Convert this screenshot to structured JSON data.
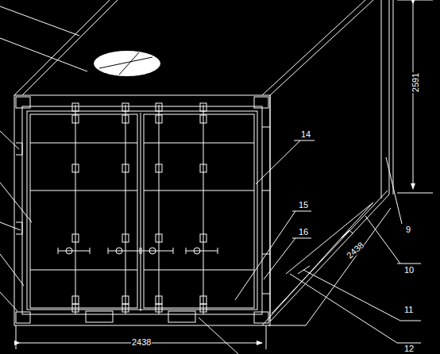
{
  "diagram": {
    "labels": [
      "14",
      "15",
      "16",
      "9",
      "10",
      "11",
      "12",
      "2591",
      "2438",
      "2438"
    ]
  }
}
